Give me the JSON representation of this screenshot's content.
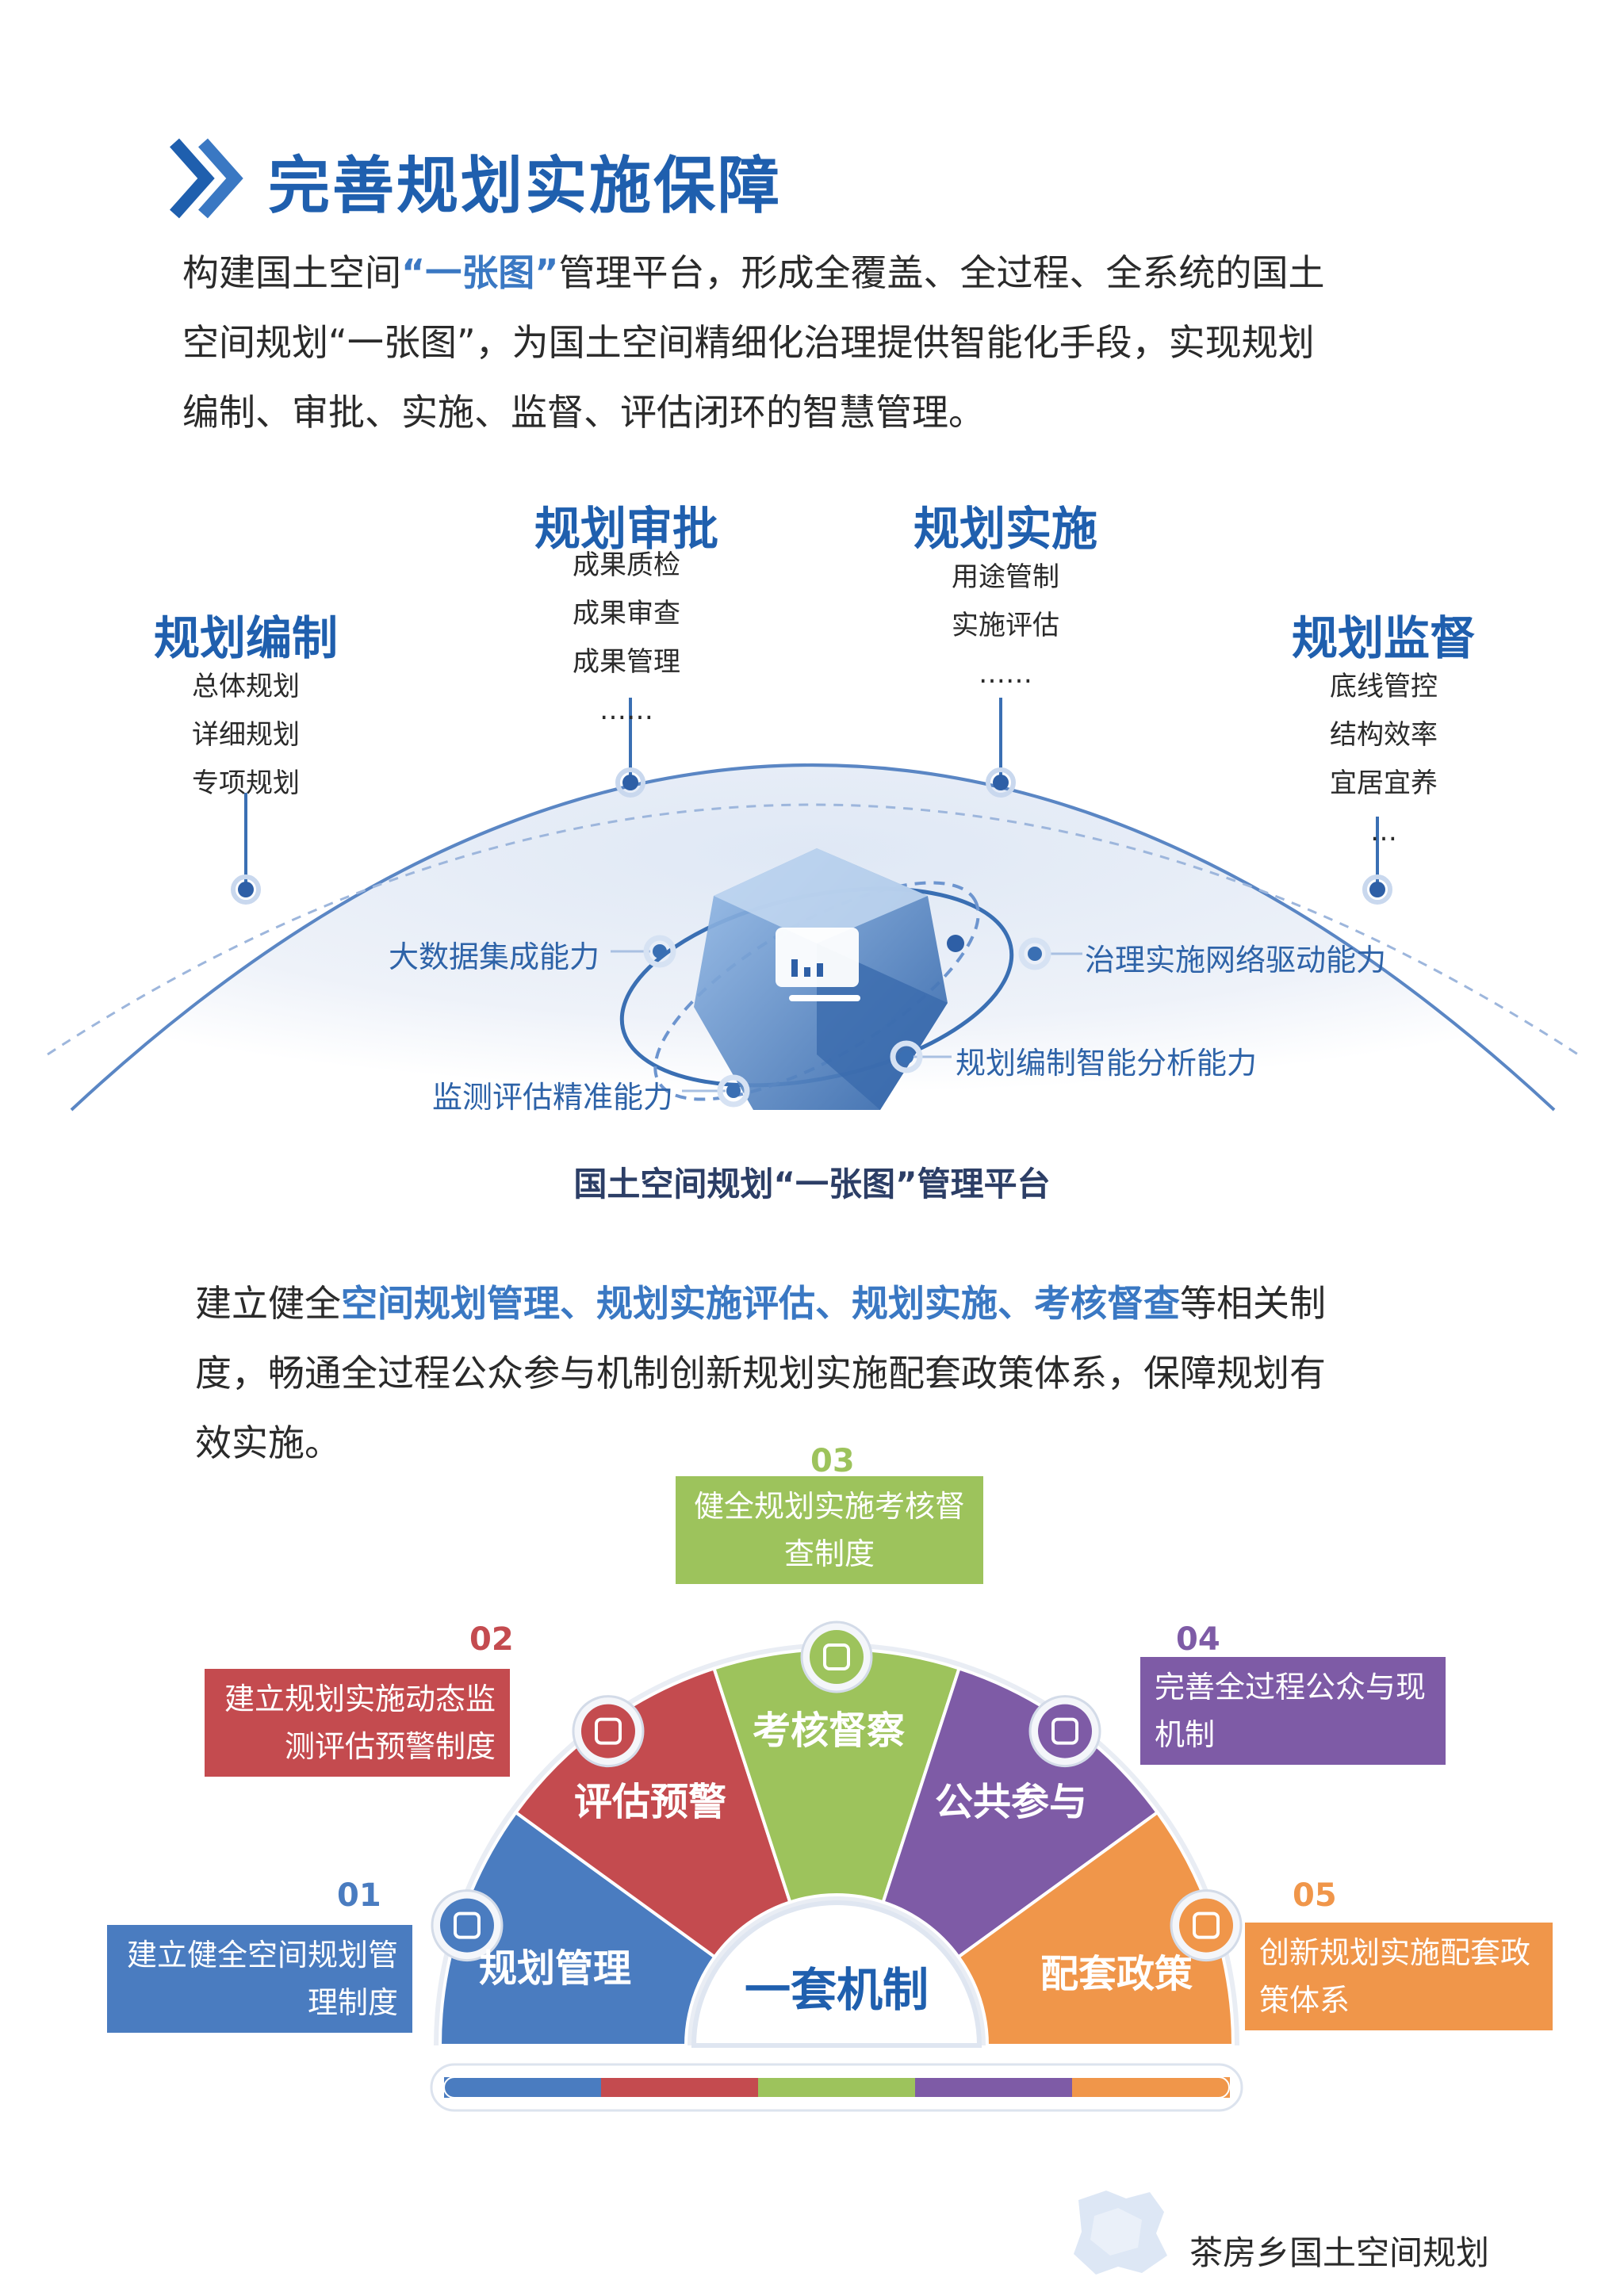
{
  "title": "完善规划实施保障",
  "intro": {
    "p1": "构建国土空间",
    "p1_hl": "“一张图”",
    "p1_rest": "管理平台，形成全覆盖、全过程、全系统的国土",
    "p2": "空间规划“一张图”，为国土空间精细化治理提供智能化手段，实现规划",
    "p3": "编制、审批、实施、监督、评估闭环的智慧管理。"
  },
  "platform": {
    "categories": [
      {
        "title": "规划编制",
        "items": [
          "总体规划",
          "详细规划",
          "专项规划"
        ]
      },
      {
        "title": "规划审批",
        "items": [
          "成果质检",
          "成果审查",
          "成果管理",
          "……"
        ]
      },
      {
        "title": "规划实施",
        "items": [
          "用途管制",
          "实施评估",
          "……"
        ]
      },
      {
        "title": "规划监督",
        "items": [
          "底线管控",
          "结构效率",
          "宜居宜养",
          "…"
        ]
      }
    ],
    "capabilities": {
      "big_data": "大数据集成能力",
      "network": "治理实施网络驱动能力",
      "analysis": "规划编制智能分析能力",
      "monitor": "监测评估精准能力"
    },
    "name": "国土空间规划“一张图”管理平台"
  },
  "system": {
    "p1_pre": "建立健全",
    "p1_hl": "空间规划管理、规划实施评估、规划实施、考核督查",
    "p1_post": "等相关制",
    "p2": "度，畅通全过程公众参与机制创新规划实施配套政策体系，保障规划有",
    "p3": "效实施。"
  },
  "mechanism": {
    "center": "一套机制",
    "segments": [
      {
        "num": "01",
        "label": "规划管理",
        "box_l1": "建立健全空间规划管",
        "box_l2": "理制度",
        "color": "#4a7cc0"
      },
      {
        "num": "02",
        "label": "评估预警",
        "box_l1": "建立规划实施动态监",
        "box_l2": "测评估预警制度",
        "color": "#c44b4f"
      },
      {
        "num": "03",
        "label": "考核督察",
        "box_l1": "健全规划实施考核督",
        "box_l2": "查制度",
        "color": "#9dc35c"
      },
      {
        "num": "04",
        "label": "公共参与",
        "box_l1": "完善全过程公众与现",
        "box_l2": "机制",
        "color": "#7e5ba6"
      },
      {
        "num": "05",
        "label": "配套政策",
        "box_l1": "创新规划实施配套政",
        "box_l2": "策体系",
        "color": "#f0964a"
      }
    ]
  },
  "icons": [
    "chevron-icon",
    "cube-icon",
    "screen-icon",
    "document-icon",
    "alarm-clock-icon",
    "clipboard-icon",
    "face-icon",
    "calendar-icon",
    "map-icon"
  ],
  "footer": "茶房乡国土空间规划"
}
